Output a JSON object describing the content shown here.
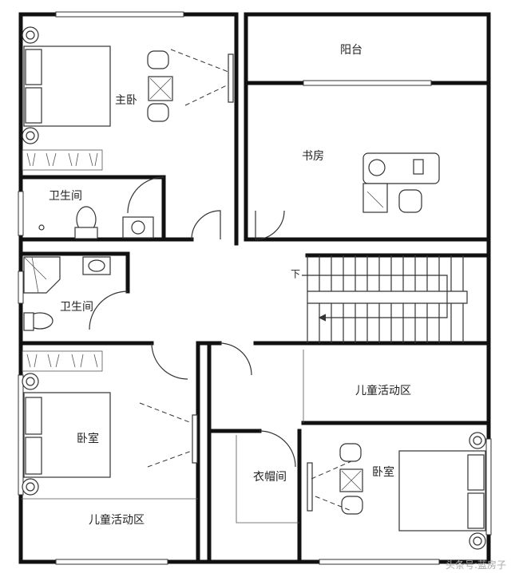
{
  "rooms": {
    "master_bedroom": "主卧",
    "balcony": "阳台",
    "study": "书房",
    "bathroom_upper": "卫生间",
    "bathroom_lower": "卫生间",
    "stair_down": "下",
    "children_activity_right": "儿童活动区",
    "bedroom_left": "卧室",
    "cloakroom": "衣帽间",
    "bedroom_right": "卧室",
    "children_activity_left": "儿童活动区"
  },
  "watermark": "头条号:蓝房子"
}
